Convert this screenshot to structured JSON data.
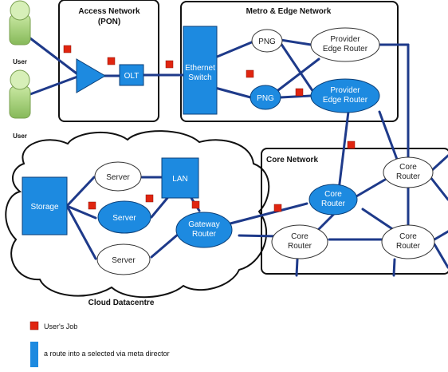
{
  "sections": {
    "access": {
      "title_line1": "Access Network",
      "title_line2": "(PON)"
    },
    "metro": {
      "title": "Metro & Edge Network"
    },
    "core": {
      "title": "Core Network"
    },
    "cloud": {
      "title": "Cloud Datacentre"
    }
  },
  "nodes": {
    "user1": "User",
    "user2": "User",
    "olt": "OLT",
    "eth_switch": [
      "Ethernet",
      "Switch"
    ],
    "png_top": "PNG",
    "png_bottom": "PNG",
    "per_top": [
      "Provider",
      "Edge Router"
    ],
    "per_bottom": [
      "Provider",
      "Edge Router"
    ],
    "core_tr": [
      "Core",
      "Router"
    ],
    "core_center": [
      "Core",
      "Router"
    ],
    "core_bl": [
      "Core",
      "Router"
    ],
    "core_br": [
      "Core",
      "Router"
    ],
    "storage": "Storage",
    "server_top": "Server",
    "server_mid": "Server",
    "server_bot": "Server",
    "lan": "LAN",
    "gateway": [
      "Gateway",
      "Router"
    ]
  },
  "legend": {
    "job_label": "User's Job",
    "route_label": "a route into a selected via meta director"
  },
  "colors": {
    "node_blue": "#1d8ae0",
    "link_navy": "#1e3a8a",
    "job_red": "#e02510",
    "user_green": "#99cc66"
  }
}
